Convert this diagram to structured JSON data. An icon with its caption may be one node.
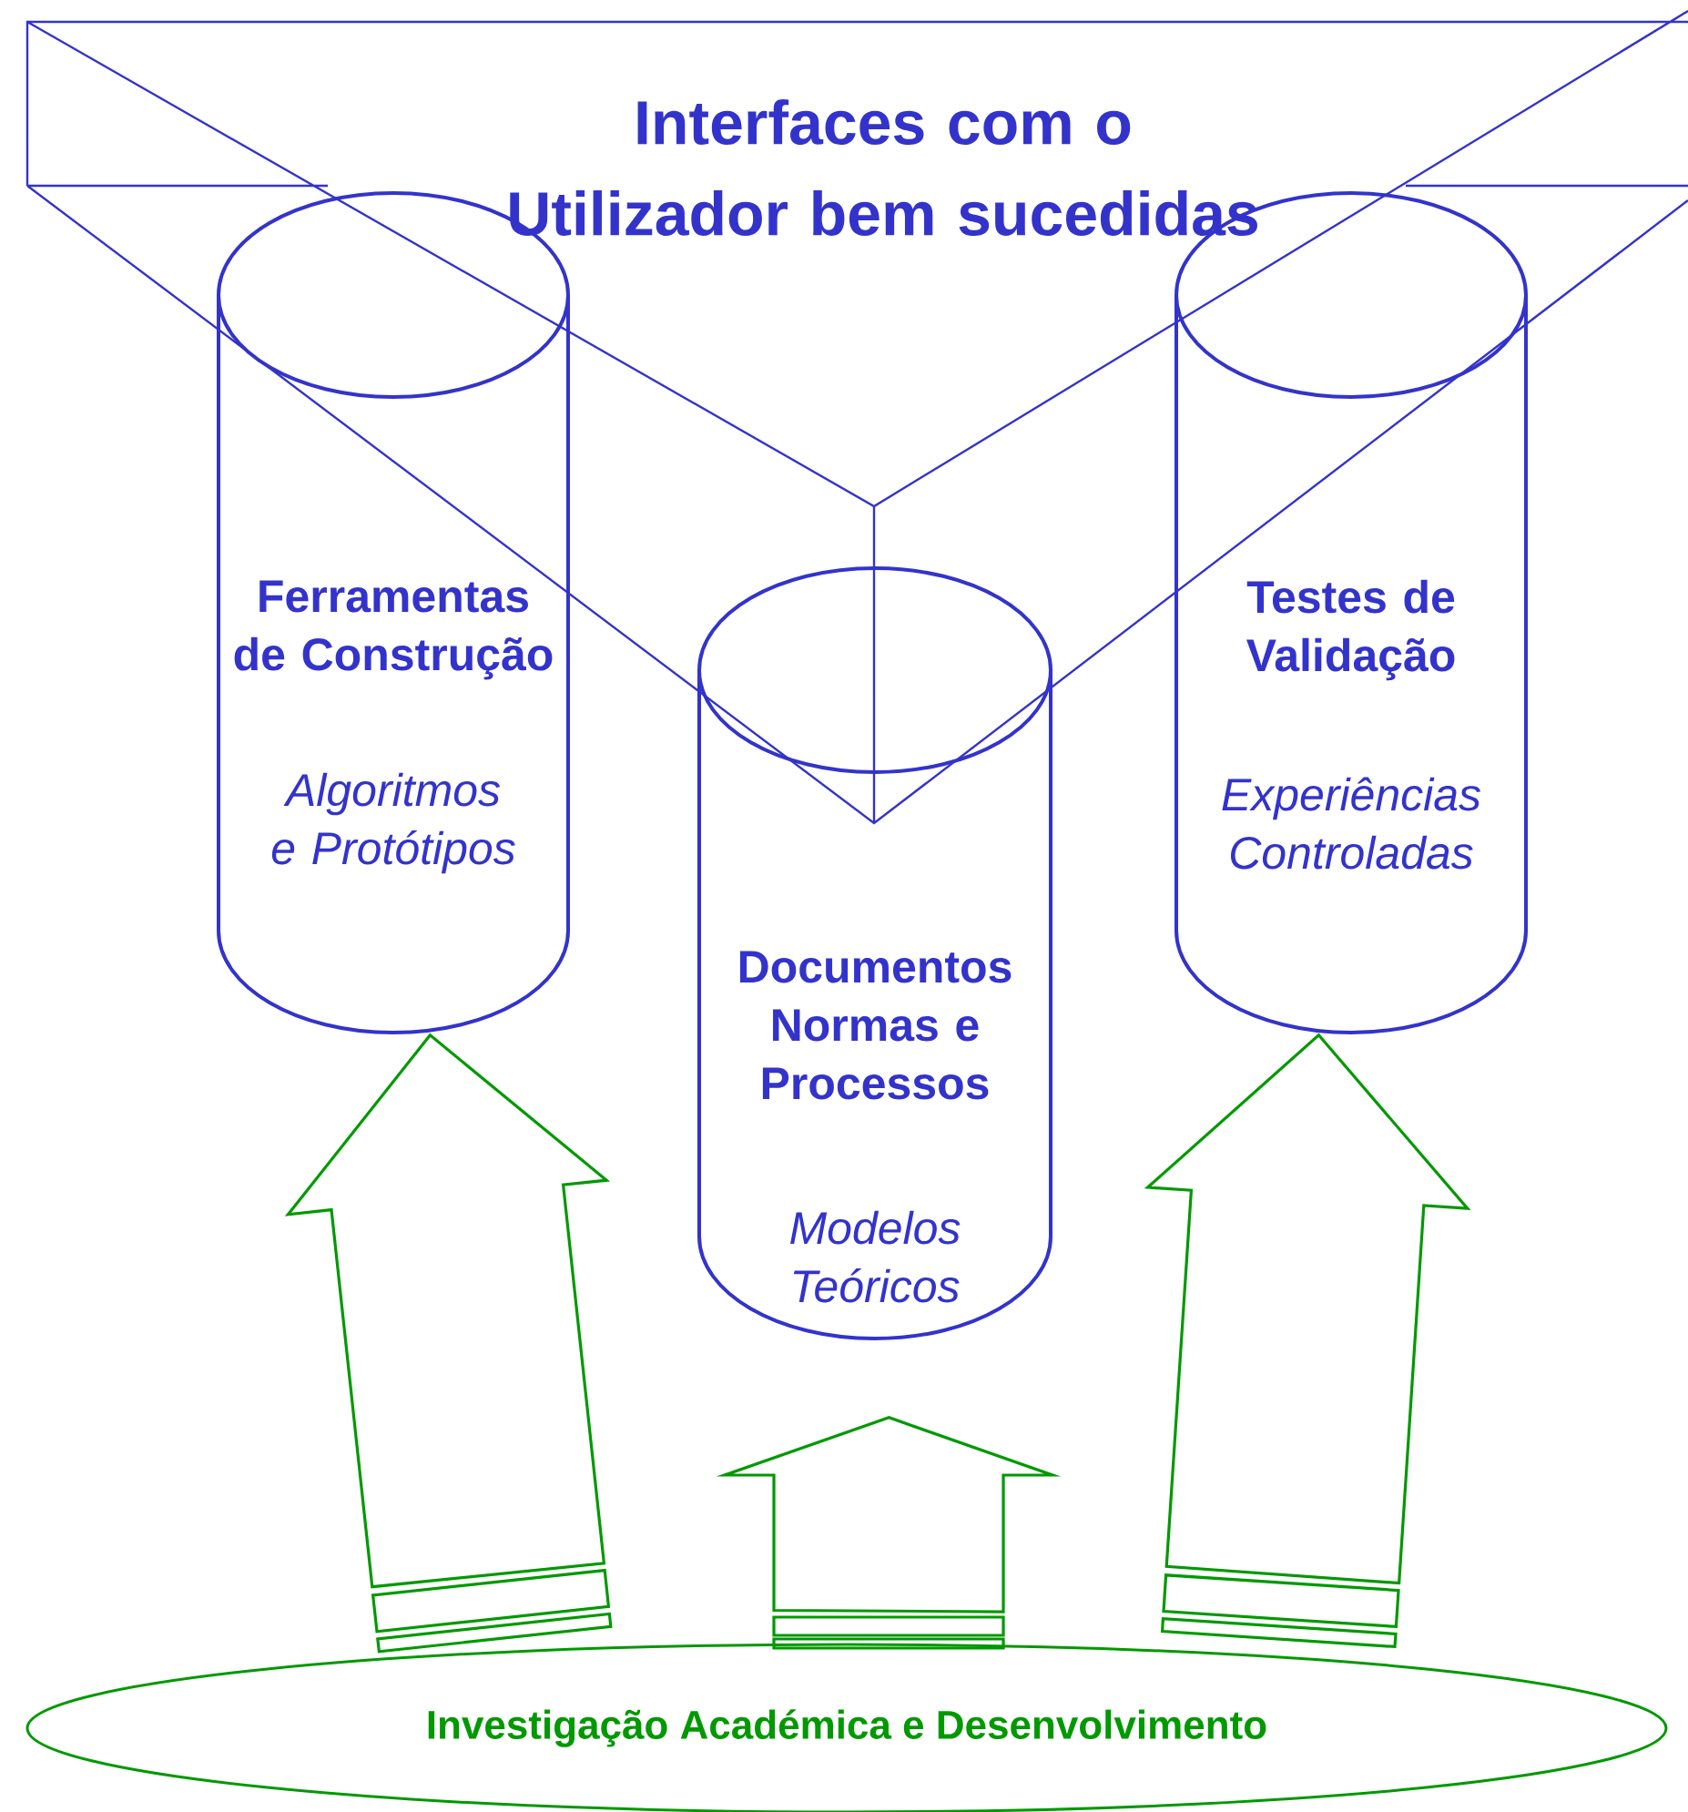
{
  "diagram": {
    "nodes": [
      {
        "text": [
          "Interfaces com o Utilizador bem sucedidas"
        ]
      },
      {
        "text": [
          "Ferramentas de Construção",
          "Algoritmos e Protótipos"
        ]
      },
      {
        "text": [
          "Documentos Normas e Processos",
          "Modelos Teóricos"
        ]
      },
      {
        "text": [
          "Testes de Validação",
          "Experiências Controladas"
        ]
      },
      {
        "text": [
          "Investigação Académica e Desenvolvimento"
        ]
      }
    ],
    "edges": [
      {
        "from": 4,
        "to": 1,
        "arrow": "to"
      },
      {
        "from": 4,
        "to": 2,
        "arrow": "to"
      },
      {
        "from": 4,
        "to": 3,
        "arrow": "to"
      }
    ]
  }
}
